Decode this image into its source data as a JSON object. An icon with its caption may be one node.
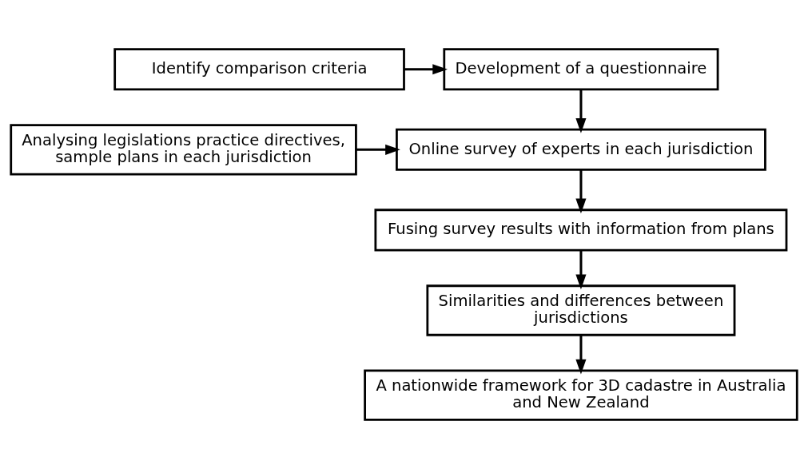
{
  "diagram": {
    "nodes": [
      {
        "text": [
          "Identify comparison criteria"
        ]
      },
      {
        "text": [
          "Development of a questionnaire"
        ]
      },
      {
        "text": [
          "Analysing legislations practice directives, sample plans in each jurisdiction"
        ]
      },
      {
        "text": [
          "Online survey of experts in each jurisdiction"
        ]
      },
      {
        "text": [
          "Fusing survey results with information from plans"
        ]
      },
      {
        "text": [
          "Similarities and differences between jurisdictions"
        ]
      },
      {
        "text": [
          "A nationwide framework for 3D cadastre in Australia and New Zealand"
        ]
      }
    ],
    "edges": [
      {
        "from": 0,
        "to": 1,
        "arrow": "to"
      },
      {
        "from": 1,
        "to": 3,
        "arrow": "to"
      },
      {
        "from": 2,
        "to": 3,
        "arrow": "to"
      },
      {
        "from": 3,
        "to": 4,
        "arrow": "to"
      },
      {
        "from": 4,
        "to": 5,
        "arrow": "to"
      },
      {
        "from": 5,
        "to": 6,
        "arrow": "to"
      }
    ]
  }
}
